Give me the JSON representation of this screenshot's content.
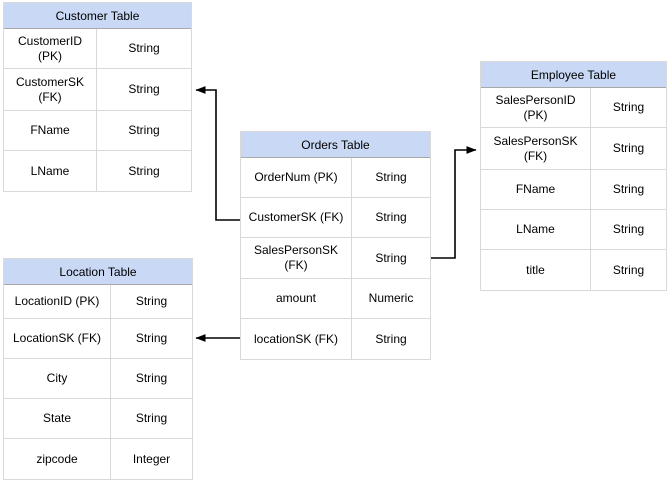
{
  "diagram": {
    "background_color": "#ffffff",
    "header_fill_color": "#c9d8f5",
    "grid_border_color": "#d9d9d9",
    "header_separator_color": "#a9a9a9",
    "connector_color": "#000000"
  },
  "tables": {
    "customer": {
      "title": "Customer Table",
      "rows": [
        {
          "field": "CustomerID (PK)",
          "type": "String"
        },
        {
          "field": "CustomerSK\n(FK)",
          "type": "String"
        },
        {
          "field": "FName",
          "type": "String"
        },
        {
          "field": "LName",
          "type": "String"
        }
      ]
    },
    "orders": {
      "title": "Orders Table",
      "rows": [
        {
          "field": "OrderNum (PK)",
          "type": "String"
        },
        {
          "field": "CustomerSK (FK)",
          "type": "String"
        },
        {
          "field": "SalesPersonSK\n(FK)",
          "type": "String"
        },
        {
          "field": "amount",
          "type": "Numeric"
        },
        {
          "field": "locationSK (FK)",
          "type": "String"
        }
      ]
    },
    "employee": {
      "title": "Employee Table",
      "rows": [
        {
          "field": "SalesPersonID (PK)",
          "type": "String"
        },
        {
          "field": "SalesPersonSK\n(FK)",
          "type": "String"
        },
        {
          "field": "FName",
          "type": "String"
        },
        {
          "field": "LName",
          "type": "String"
        },
        {
          "field": "title",
          "type": "String"
        }
      ]
    },
    "location": {
      "title": "Location Table",
      "rows": [
        {
          "field": "LocationID (PK)",
          "type": "String"
        },
        {
          "field": "LocationSK (FK)",
          "type": "String"
        },
        {
          "field": "City",
          "type": "String"
        },
        {
          "field": "State",
          "type": "String"
        },
        {
          "field": "zipcode",
          "type": "Integer"
        }
      ]
    }
  },
  "relationships": [
    {
      "from": "Orders Table.CustomerSK (FK)",
      "to": "Customer Table.CustomerSK (FK)"
    },
    {
      "from": "Orders Table.SalesPersonSK (FK)",
      "to": "Employee Table.SalesPersonSK (FK)"
    },
    {
      "from": "Orders Table.locationSK (FK)",
      "to": "Location Table.LocationSK (FK)"
    }
  ]
}
